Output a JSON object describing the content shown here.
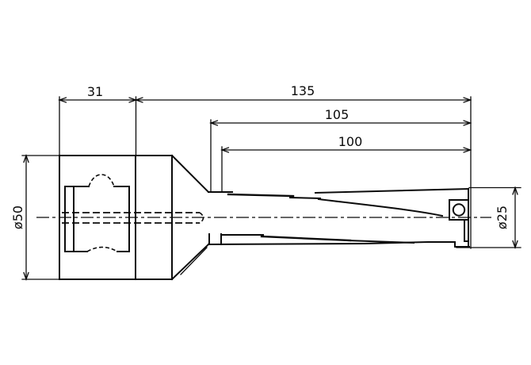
{
  "dims": {
    "d31": "31",
    "d135": "135",
    "d105": "105",
    "d100": "100",
    "dia50": "ø50",
    "dia25": "ø25"
  },
  "colors": {
    "line": "#0b0b0b",
    "background": "#ffffff"
  }
}
